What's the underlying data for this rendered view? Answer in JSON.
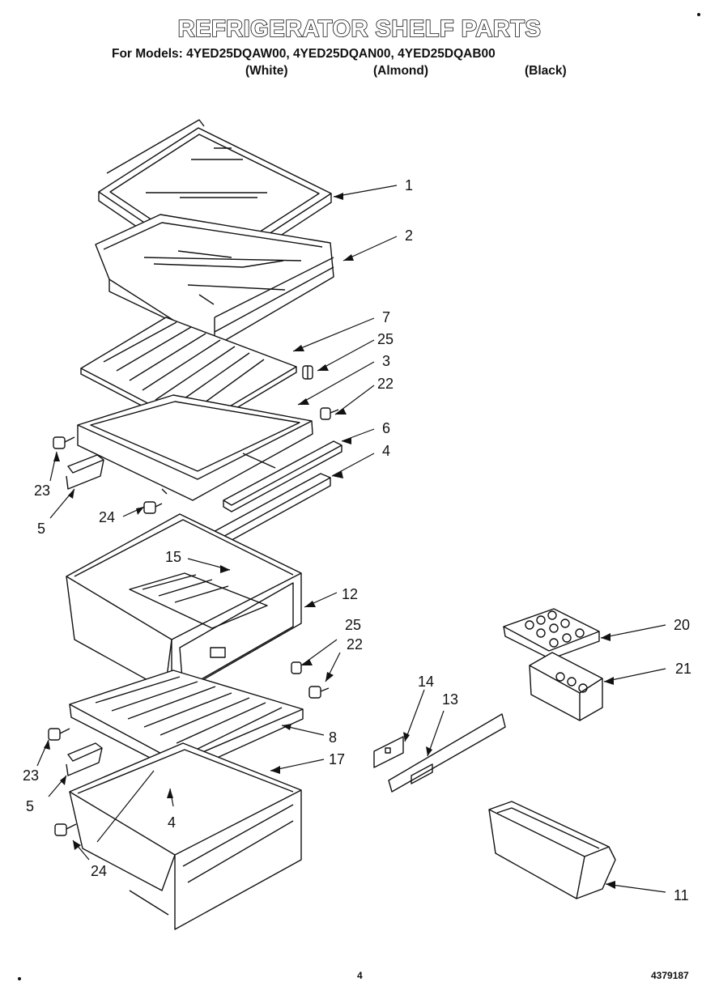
{
  "header": {
    "title": "REFRIGERATOR SHELF PARTS",
    "models_line": "For Models: 4YED25DQAW00,  4YED25DQAN00,  4YED25DQAB00",
    "colors": [
      "(White)",
      "(Almond)",
      "(Black)"
    ]
  },
  "callouts": [
    "1",
    "2",
    "7",
    "25",
    "3",
    "22",
    "6",
    "4",
    "23",
    "5",
    "24",
    "15",
    "12",
    "25",
    "22",
    "8",
    "17",
    "23",
    "5",
    "4",
    "24",
    "14",
    "13",
    "20",
    "21",
    "11"
  ],
  "footer": {
    "page_number": "4",
    "document_number": "4379187"
  }
}
